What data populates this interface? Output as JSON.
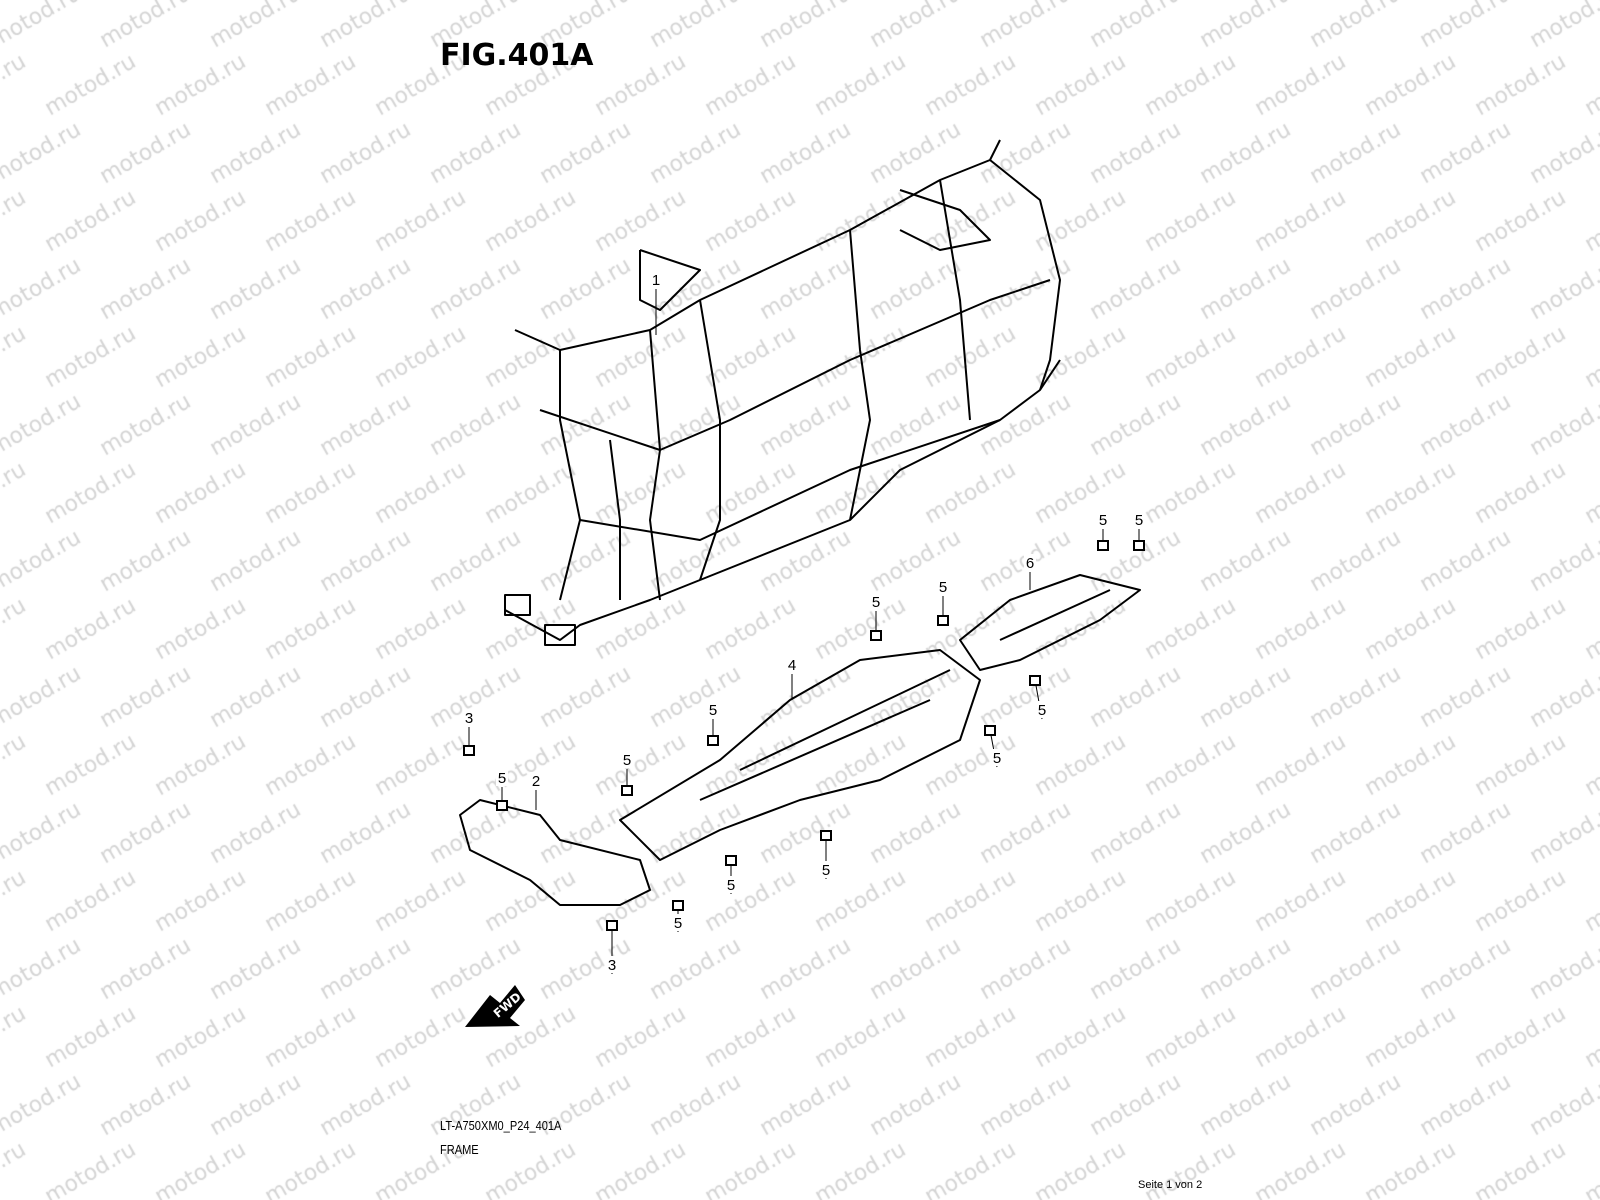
{
  "watermark": "motod.ru",
  "figure": {
    "title": "FIG.401A",
    "code": "LT-A750XM0_P24_401A",
    "caption": "FRAME"
  },
  "footer": {
    "page": "Seite 1 von 2"
  },
  "fwd_label": "FWD",
  "callouts": [
    {
      "ref": "1"
    },
    {
      "ref": "6"
    },
    {
      "ref": "5"
    },
    {
      "ref": "5"
    },
    {
      "ref": "5"
    },
    {
      "ref": "5"
    },
    {
      "ref": "4"
    },
    {
      "ref": "5"
    },
    {
      "ref": "5"
    },
    {
      "ref": "5"
    },
    {
      "ref": "3"
    },
    {
      "ref": "5"
    },
    {
      "ref": "5"
    },
    {
      "ref": "2"
    },
    {
      "ref": "5"
    },
    {
      "ref": "5"
    },
    {
      "ref": "5"
    },
    {
      "ref": "3"
    }
  ]
}
